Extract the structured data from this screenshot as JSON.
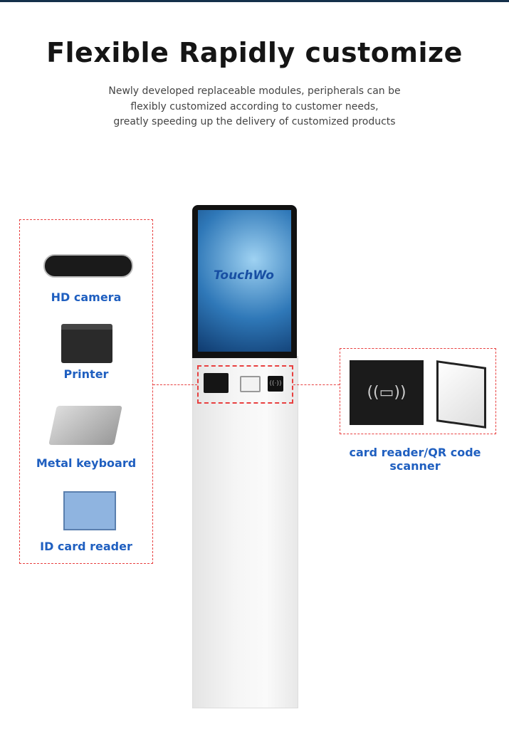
{
  "header": {
    "title": "Flexible Rapidly customize",
    "subtitle_lines": [
      "Newly developed replaceable modules, peripherals can be",
      "flexibly customized according to customer needs,",
      "greatly speeding up the delivery of customized products"
    ]
  },
  "kiosk": {
    "screen_logo": "TouchWo"
  },
  "left_modules": [
    {
      "label": "HD camera"
    },
    {
      "label": "Printer"
    },
    {
      "label": "Metal keyboard"
    },
    {
      "label": "ID card reader"
    }
  ],
  "right_modules": {
    "label": "card reader/QR code scanner"
  },
  "colors": {
    "label": "#1f5fc0",
    "dashed_border": "#e84040",
    "title": "#151515"
  }
}
